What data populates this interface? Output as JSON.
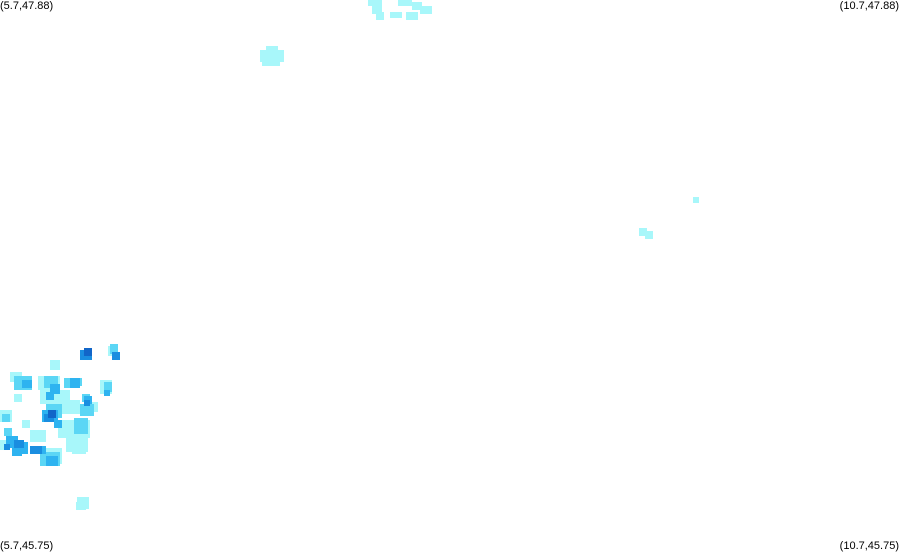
{
  "map": {
    "corners": {
      "top_left": "(5.7,47.88)",
      "top_right": "(10.7,47.88)",
      "bottom_left": "(5.7,45.75)",
      "bottom_right": "(10.7,45.75)"
    },
    "bounds": {
      "lon_min": 5.7,
      "lon_max": 10.7,
      "lat_min": 45.75,
      "lat_max": 47.88
    },
    "palette": {
      "level1": "#a8f7fa",
      "level2": "#5bd6f5",
      "level3": "#2eb3f0",
      "level4": "#1a8ee0",
      "level5": "#1266c8"
    }
  }
}
